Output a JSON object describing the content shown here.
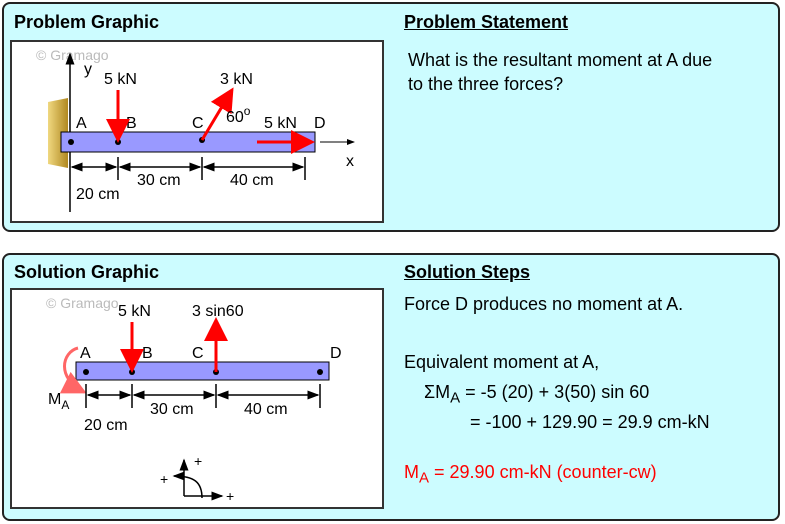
{
  "problem": {
    "graphic_title": "Problem Graphic",
    "statement_title": "Problem Statement",
    "statement": [
      "What is the resultant moment at A due",
      "to the three forces?"
    ],
    "diagram": {
      "watermark": "© Gramago",
      "y_axis": "y",
      "x_axis": "x",
      "points": [
        "A",
        "B",
        "C",
        "D"
      ],
      "force_b": "5 kN",
      "force_c": "3 kN",
      "angle": "60",
      "angle_unit": "o",
      "force_d": "5 kN",
      "dims": [
        "20 cm",
        "30 cm",
        "40 cm"
      ]
    }
  },
  "solution": {
    "graphic_title": "Solution Graphic",
    "steps_title": "Solution Steps",
    "step1": "Force D produces no moment at A.",
    "step2": "Equivalent moment at A,",
    "eq1_prefix": "ΣM",
    "eq1_sub": "A",
    "eq1_rest": " = -5 (20) + 3(50) sin 60",
    "eq2": "= -100 + 129.90 = 29.9 cm-kN",
    "result_prefix": "M",
    "result_sub": "A",
    "result_rest": " = 29.90 cm-kN (counter-cw)",
    "diagram": {
      "watermark": "© Gramago",
      "points": [
        "A",
        "B",
        "C",
        "D"
      ],
      "force_b": "5 kN",
      "force_c": "3 sin60",
      "moment_label": "M",
      "moment_sub": "A",
      "dims": [
        "20 cm",
        "30 cm",
        "40 cm"
      ],
      "sign": "+"
    }
  },
  "colors": {
    "panel": "#ccfcff",
    "beam": "#9999ff",
    "force": "#ff0000",
    "result": "#ff0000"
  }
}
